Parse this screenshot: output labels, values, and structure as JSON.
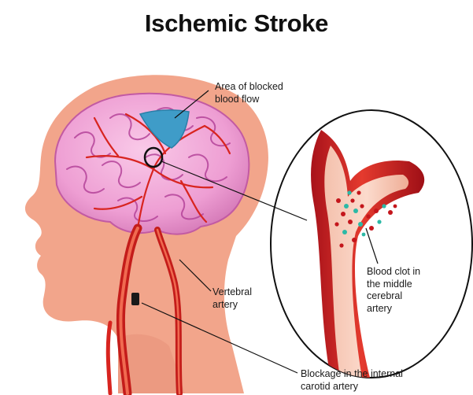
{
  "title": "Ischemic Stroke",
  "labels": {
    "blocked_area": [
      "Area of blocked",
      "blood flow"
    ],
    "vertebral": [
      "Vertebral",
      "artery"
    ],
    "clot": [
      "Blood clot in",
      "the middle",
      "cerebral",
      "artery"
    ],
    "carotid": [
      "Blockage in the internal",
      "carotid artery"
    ]
  },
  "colors": {
    "skin": "#f2a58b",
    "skin_shadow": "#e8927a",
    "brain": "#f0a6d6",
    "brain_fold": "#b5449a",
    "artery": "#d8241f",
    "artery_light": "#f06a50",
    "blocked": "#3f9cc8",
    "clot_red": "#c4161c",
    "clot_teal": "#2cb9a6"
  }
}
